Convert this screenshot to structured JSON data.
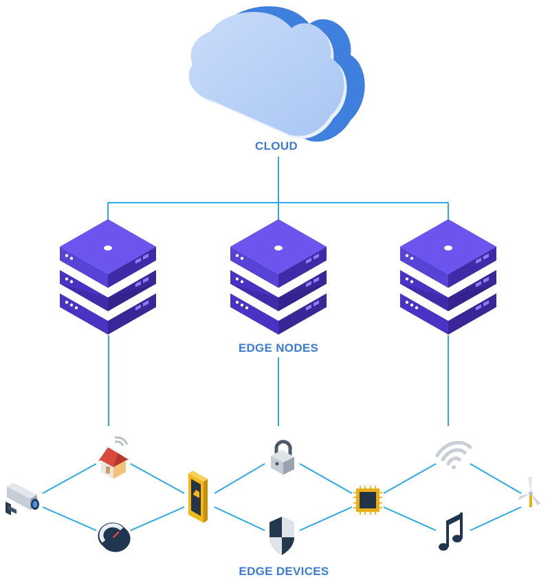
{
  "labels": {
    "cloud": "CLOUD",
    "edge_nodes": "EDGE NODES",
    "edge_devices": "EDGE DEVICES"
  },
  "colors": {
    "connector": "#29a9e8",
    "label": "#3b7bd8",
    "cloud_light": "#b7d1f7",
    "cloud_dark": "#3f7fde",
    "server_top": "#6b55ee",
    "server_side": "#3f2aa8",
    "server_front": "#5441d1"
  },
  "nodes": [
    "edge-node-left",
    "edge-node-center",
    "edge-node-right"
  ],
  "devices": [
    {
      "name": "security-camera-icon"
    },
    {
      "name": "smart-home-icon"
    },
    {
      "name": "speedometer-icon"
    },
    {
      "name": "smartphone-icon"
    },
    {
      "name": "padlock-icon"
    },
    {
      "name": "shield-icon"
    },
    {
      "name": "microchip-icon"
    },
    {
      "name": "wifi-icon"
    },
    {
      "name": "music-note-icon"
    },
    {
      "name": "wind-turbine-icon"
    }
  ]
}
